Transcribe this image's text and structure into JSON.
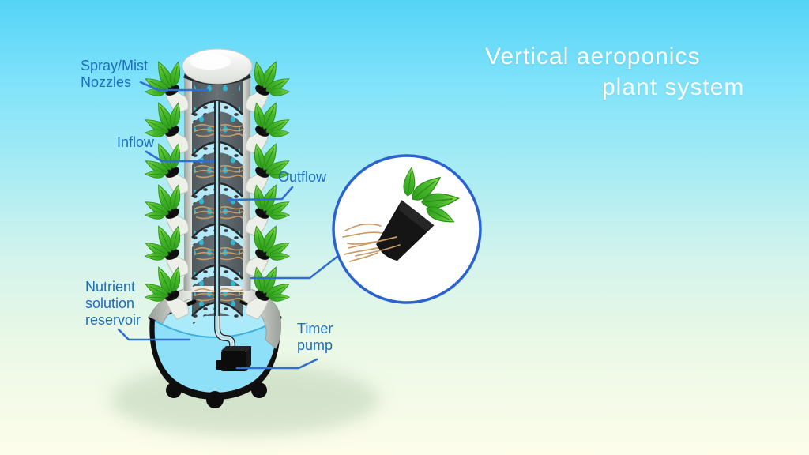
{
  "title": {
    "line1": "Vertical aeroponics",
    "line2": "plant system"
  },
  "labels": {
    "spray_mist": {
      "line1": "Spray/Mist",
      "line2": "Nozzles"
    },
    "inflow": {
      "text": "Inflow"
    },
    "outflow": {
      "text": "Outflow"
    },
    "reservoir": {
      "line1": "Nutrient",
      "line2": "solution",
      "line3": "reservoir"
    },
    "timer_pump": {
      "line1": "Timer",
      "line2": "pump"
    }
  },
  "theme": {
    "bg_top": "#54d3f6",
    "bg_mid": "#a9ecf4",
    "bg_low": "#e9f8e6",
    "bg_bottom": "#fdfdea",
    "label_blue": "#1c6dbe",
    "line_blue": "#2f6fd0",
    "title_white": "#ffffff",
    "leaf_green": "#46b82a",
    "water_blue": "#8edff8",
    "droplet_teal": "#35b5cf",
    "dome_blue": "#b6e9f7",
    "root_tan": "#c79a66",
    "pot_black": "#111111"
  }
}
